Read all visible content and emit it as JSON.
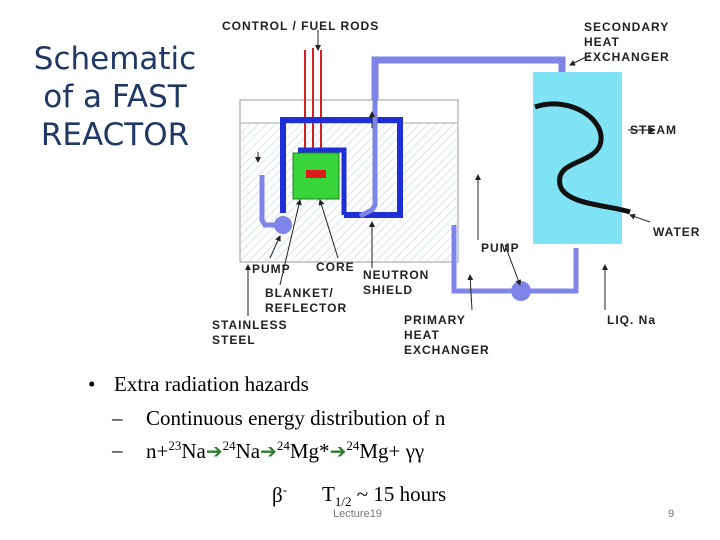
{
  "title": {
    "line1": "Schematic",
    "line2": "of a FAST",
    "line3": "REACTOR"
  },
  "diagram": {
    "labels": {
      "control_rods": "CONTROL / FUEL RODS",
      "secondary_1": "SECONDARY",
      "secondary_2": "HEAT",
      "secondary_3": "EXCHANGER",
      "steam": "STEAM",
      "water": "WATER",
      "pump_right": "PUMP",
      "pump_left": "PUMP",
      "core": "CORE",
      "neutron_1": "NEUTRON",
      "neutron_2": "SHIELD",
      "blanket_1": "BLANKET/",
      "blanket_2": "REFLECTOR",
      "stainless_1": "STAINLESS",
      "stainless_2": "STEEL",
      "primary_1": "PRIMARY",
      "primary_2": "HEAT",
      "primary_3": "EXCHANGER",
      "liq_na": "LIQ. Na"
    },
    "colors": {
      "pipe_blue": "#1f2fd6",
      "pipe_light": "#7f85e8",
      "exchanger_cyan": "#7fe3f5",
      "core_green": "#38d43a",
      "fuel_red": "#e01b1b"
    }
  },
  "bullets": {
    "item1": "Extra radiation hazards",
    "dash": "–",
    "sub1": "Continuous energy distribution of n",
    "sub2": {
      "p1": "n+",
      "s1": "23",
      "p2": "Na",
      "s2": "24",
      "p3": "Na",
      "s3": "24",
      "p4": "Mg*",
      "s4": "24",
      "p5": "Mg+ γγ"
    },
    "beta": "β",
    "beta_sup": "-",
    "half_life": "T",
    "half_sub": "1/2",
    "half_rest": " ~ 15 hours"
  },
  "footer": {
    "lecture": "Lecture19",
    "page": "9"
  }
}
